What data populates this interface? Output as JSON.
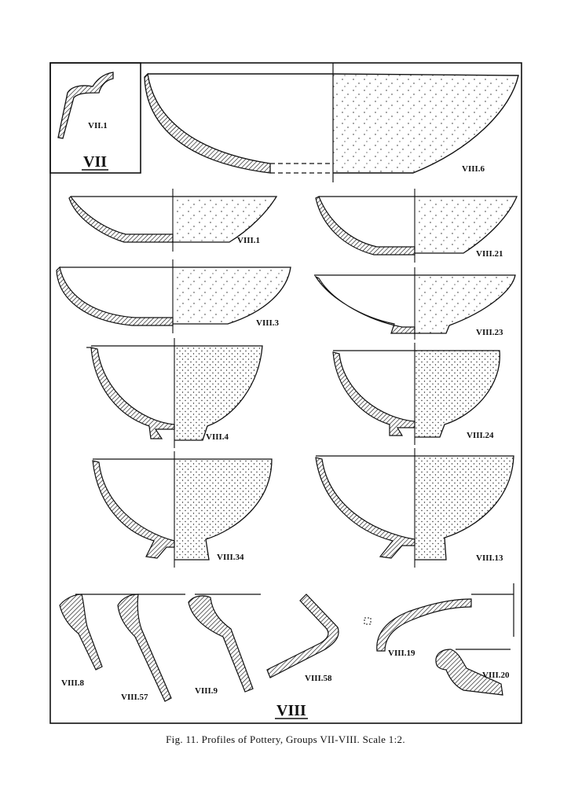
{
  "figure": {
    "caption": "Fig. 11.  Profiles of Pottery, Groups VII-VIII.  Scale 1:2.",
    "groups": [
      {
        "label": "VII"
      },
      {
        "label": "VIII"
      }
    ],
    "profiles": [
      {
        "label": "VII.1"
      },
      {
        "label": "VIII.6"
      },
      {
        "label": "VIII.1"
      },
      {
        "label": "VIII.21"
      },
      {
        "label": "VIII.3"
      },
      {
        "label": "VIII.23"
      },
      {
        "label": "VIII.4"
      },
      {
        "label": "VIII.24"
      },
      {
        "label": "VIII.34"
      },
      {
        "label": "VIII.13"
      },
      {
        "label": "VIII.8"
      },
      {
        "label": "VIII.57"
      },
      {
        "label": "VIII.9"
      },
      {
        "label": "VIII.58"
      },
      {
        "label": "VIII.19"
      },
      {
        "label": "VIII.20"
      }
    ]
  }
}
